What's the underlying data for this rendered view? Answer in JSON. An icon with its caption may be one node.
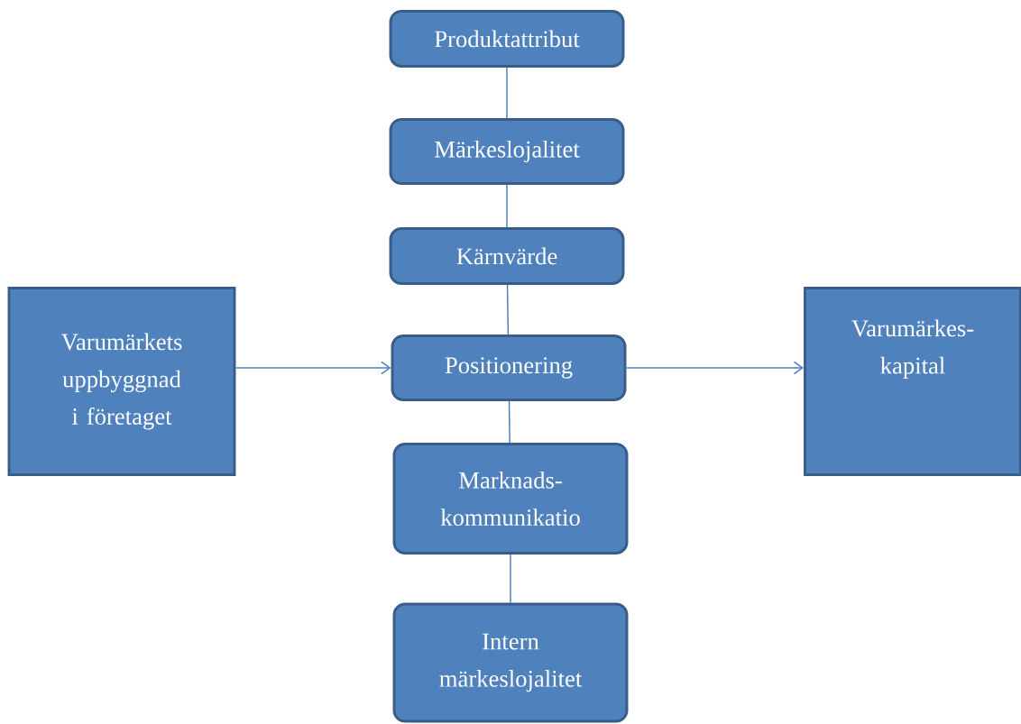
{
  "diagram": {
    "nodes": [
      {
        "text": [
          "Produktattribut"
        ]
      },
      {
        "text": [
          "Märkeslojalitet"
        ]
      },
      {
        "text": [
          "Kärnvärde"
        ]
      },
      {
        "text": [
          "Positionering"
        ]
      },
      {
        "text": [
          "Marknads- kommunikatio"
        ]
      },
      {
        "text": [
          "Intern märkeslojalitet"
        ]
      },
      {
        "text": [
          "Varumärkets uppbyggnad i företaget"
        ]
      },
      {
        "text": [
          "Varumärkes- kapital"
        ]
      }
    ],
    "edges": [
      {
        "from": 0,
        "to": 1,
        "arrow": "none"
      },
      {
        "from": 1,
        "to": 2,
        "arrow": "none"
      },
      {
        "from": 2,
        "to": 3,
        "arrow": "none"
      },
      {
        "from": 3,
        "to": 4,
        "arrow": "none"
      },
      {
        "from": 4,
        "to": 5,
        "arrow": "none"
      },
      {
        "from": 6,
        "to": 3,
        "arrow": "to"
      },
      {
        "from": 3,
        "to": 7,
        "arrow": "to"
      }
    ]
  }
}
